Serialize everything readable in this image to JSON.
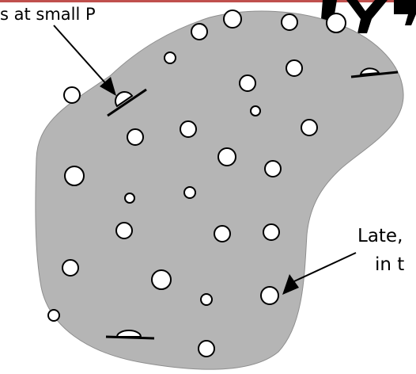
{
  "labels": {
    "top_left": "s at small P",
    "right_line1": "Late,",
    "right_line2": "in t"
  },
  "colors": {
    "background": "#ffffff",
    "region_fill": "#b5b5b5",
    "bubble_fill": "#ffffff",
    "outline": "#000000",
    "top_rule": "#c0504d"
  }
}
